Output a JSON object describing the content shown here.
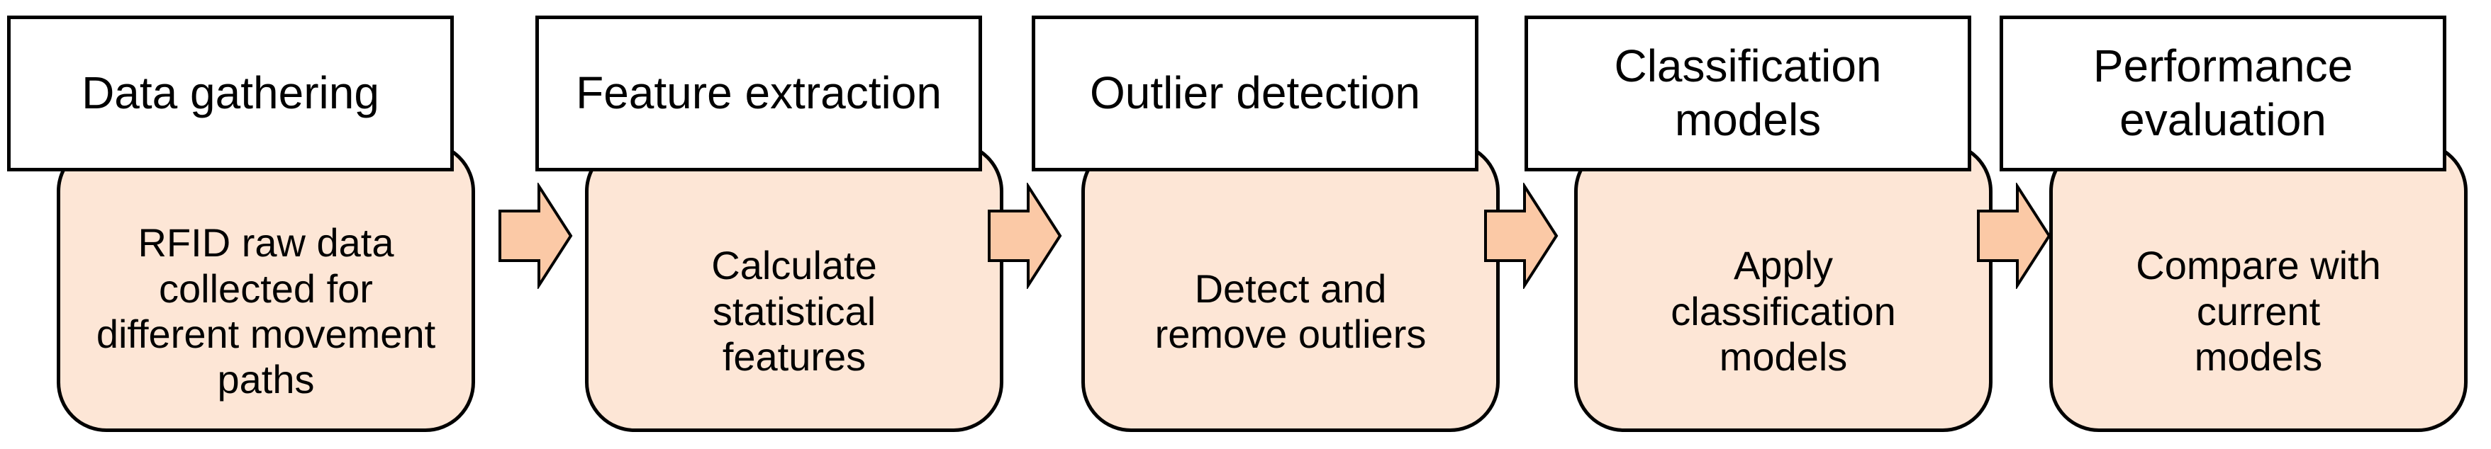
{
  "steps": [
    {
      "title": "Data gathering",
      "description": "RFID raw data\ncollected for\ndifferent movement\npaths"
    },
    {
      "title": "Feature extraction",
      "description": "Calculate\nstatistical\nfeatures"
    },
    {
      "title": "Outlier detection",
      "description": "Detect and\nremove outliers"
    },
    {
      "title": "Classification\nmodels",
      "description": "Apply\nclassification\nmodels"
    },
    {
      "title": "Performance\nevaluation",
      "description": "Compare with\ncurrent\nmodels"
    }
  ],
  "colors": {
    "box_fill": "#fde6d6",
    "arrow_fill": "#fbc9a6",
    "stroke": "#000000"
  }
}
